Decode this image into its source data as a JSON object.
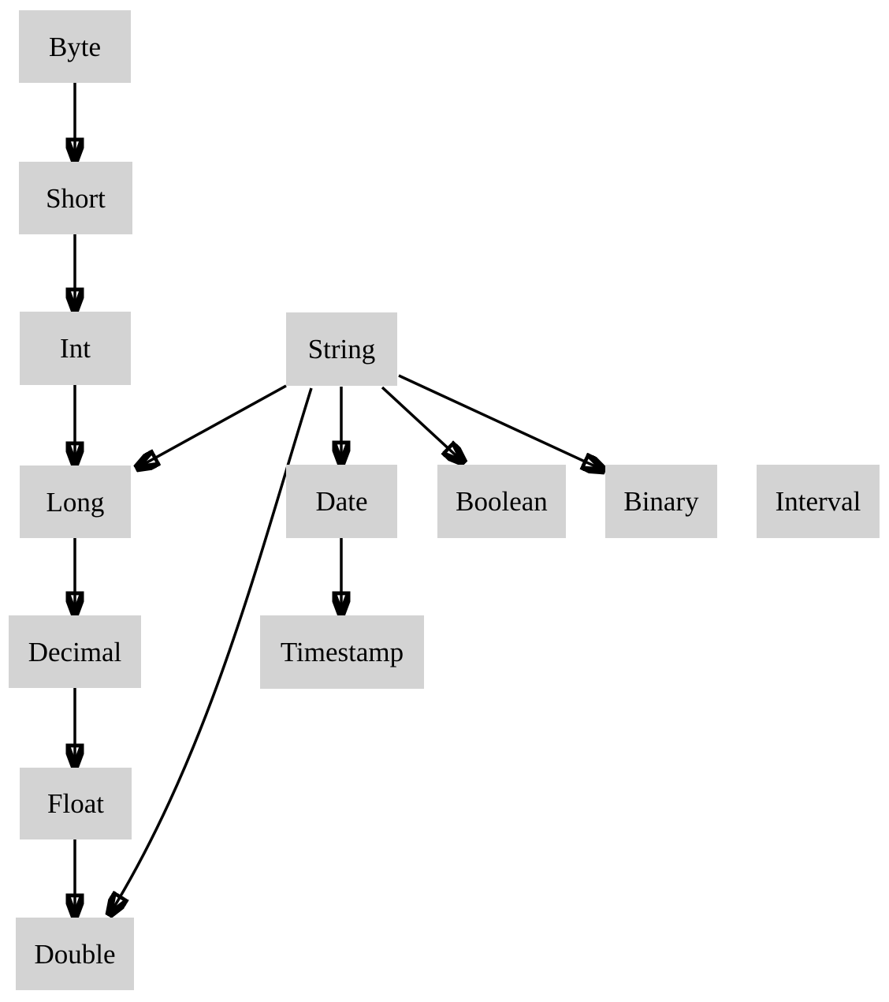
{
  "diagram": {
    "type": "directed-graph",
    "description": "Type coercion / promotion hierarchy diagram",
    "background_color": "#ffffff",
    "node_fill_color": "#d3d3d3",
    "node_text_color": "#000000",
    "edge_color": "#000000",
    "nodes": {
      "byte": {
        "label": "Byte"
      },
      "short": {
        "label": "Short"
      },
      "int": {
        "label": "Int"
      },
      "long": {
        "label": "Long"
      },
      "decimal": {
        "label": "Decimal"
      },
      "float": {
        "label": "Float"
      },
      "double": {
        "label": "Double"
      },
      "string": {
        "label": "String"
      },
      "date": {
        "label": "Date"
      },
      "timestamp": {
        "label": "Timestamp"
      },
      "boolean": {
        "label": "Boolean"
      },
      "binary": {
        "label": "Binary"
      },
      "interval": {
        "label": "Interval"
      }
    },
    "edges": [
      {
        "from": "Byte",
        "to": "Short"
      },
      {
        "from": "Short",
        "to": "Int"
      },
      {
        "from": "Int",
        "to": "Long"
      },
      {
        "from": "Long",
        "to": "Decimal"
      },
      {
        "from": "Decimal",
        "to": "Float"
      },
      {
        "from": "Float",
        "to": "Double"
      },
      {
        "from": "String",
        "to": "Long"
      },
      {
        "from": "String",
        "to": "Date"
      },
      {
        "from": "String",
        "to": "Boolean"
      },
      {
        "from": "String",
        "to": "Binary"
      },
      {
        "from": "String",
        "to": "Double"
      },
      {
        "from": "Date",
        "to": "Timestamp"
      }
    ],
    "isolated_nodes": [
      "Interval"
    ]
  }
}
